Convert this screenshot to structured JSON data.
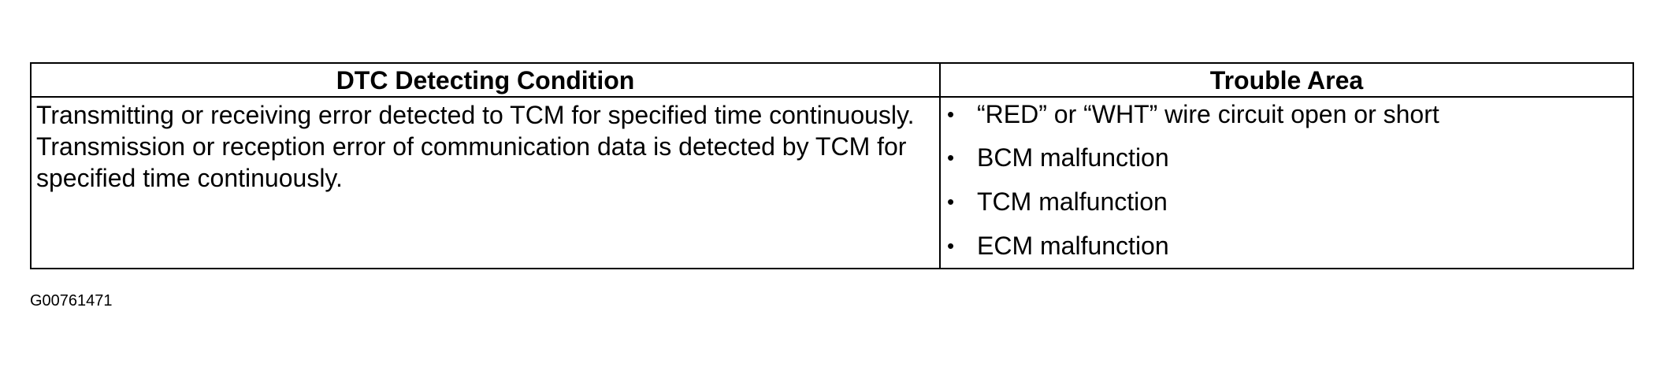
{
  "table": {
    "headers": {
      "condition": "DTC Detecting Condition",
      "area": "Trouble Area"
    },
    "condition_paragraphs": [
      "Transmitting or receiving error detected to TCM for specified time continuously.",
      "Transmission or reception error of communication data is detected by TCM for specified time continuously."
    ],
    "trouble_areas": [
      "“RED” or “WHT” wire circuit open or short",
      "BCM malfunction",
      "TCM malfunction",
      "ECM malfunction"
    ],
    "bullet": "•"
  },
  "figure_id": "G00761471"
}
